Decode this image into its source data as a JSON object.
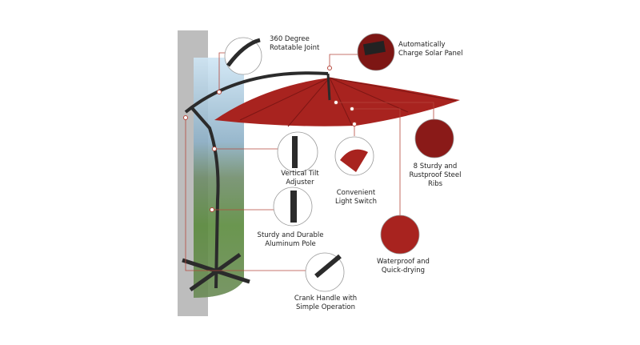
{
  "colors": {
    "canopy": "#a8231f",
    "canopy_dark": "#7d1614",
    "pole": "#2b2b2b",
    "wall": "#bdbdbd",
    "leader": "#b5473c"
  },
  "features": [
    {
      "id": "joint",
      "lines": [
        "360 Degree",
        "Rotatable Joint"
      ]
    },
    {
      "id": "solar",
      "lines": [
        "Automatically",
        "Charge Solar Panel"
      ]
    },
    {
      "id": "ribs",
      "lines": [
        "8 Sturdy and",
        "Rustproof Steel",
        "Ribs"
      ]
    },
    {
      "id": "tilt",
      "lines": [
        "Vertical Tilt",
        "Adjuster"
      ]
    },
    {
      "id": "switch",
      "lines": [
        "Convenient",
        "Light Switch"
      ]
    },
    {
      "id": "pole",
      "lines": [
        "Sturdy and Durable",
        "Aluminum Pole"
      ]
    },
    {
      "id": "waterproof",
      "lines": [
        "Waterproof and",
        "Quick-drying"
      ]
    },
    {
      "id": "crank",
      "lines": [
        "Crank Handle with",
        "Simple Operation"
      ]
    }
  ]
}
